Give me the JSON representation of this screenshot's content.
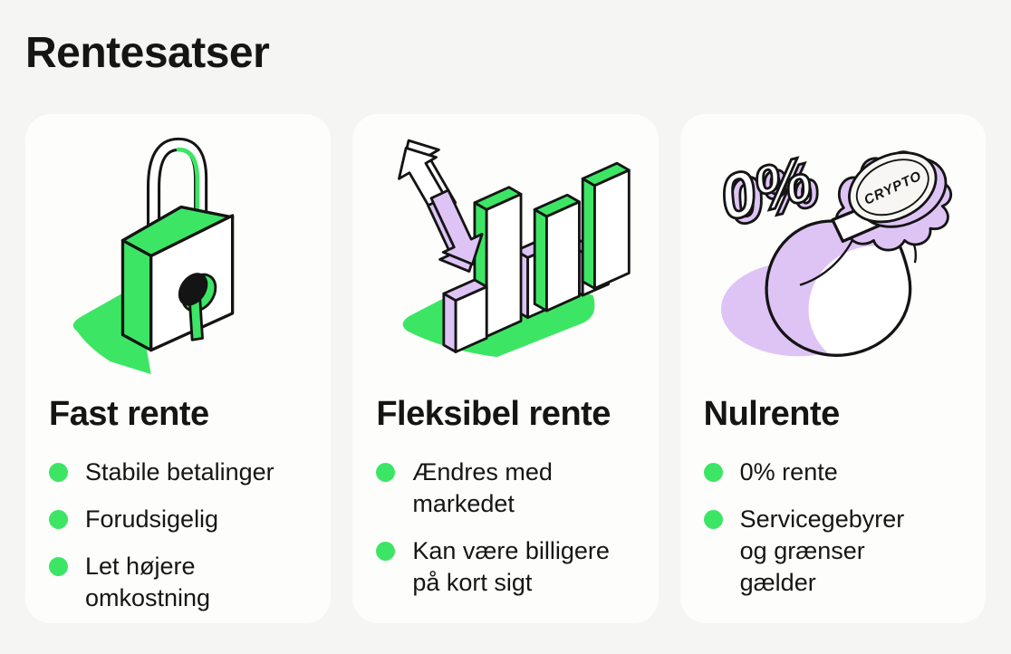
{
  "header": {
    "title": "Rentesatser"
  },
  "cards": [
    {
      "title": "Fast rente",
      "illustration": "padlock",
      "bullets": [
        "Stabile betalinger",
        "Forudsigelig",
        "Let højere omkostning"
      ]
    },
    {
      "title": "Fleksibel rente",
      "illustration": "bar-chart-with-up-down-arrows",
      "bullets": [
        "Ændres med markedet",
        "Kan være billigere på kort sigt"
      ]
    },
    {
      "title": "Nulrente",
      "illustration": "crypto-money-bag",
      "bullets": [
        "0% rente",
        "Servicegebyrer og grænser gælder"
      ]
    }
  ],
  "illustration_labels": {
    "coin_text": "CRYPTO",
    "zero_percent": "0%"
  },
  "theme": {
    "background": "#F5F5F3",
    "card_background": "#FDFDFC",
    "text_color": "#151513",
    "accent_green": "#3CE664",
    "accent_lavender": "#DEC4F5",
    "outline_color": "#141414"
  }
}
